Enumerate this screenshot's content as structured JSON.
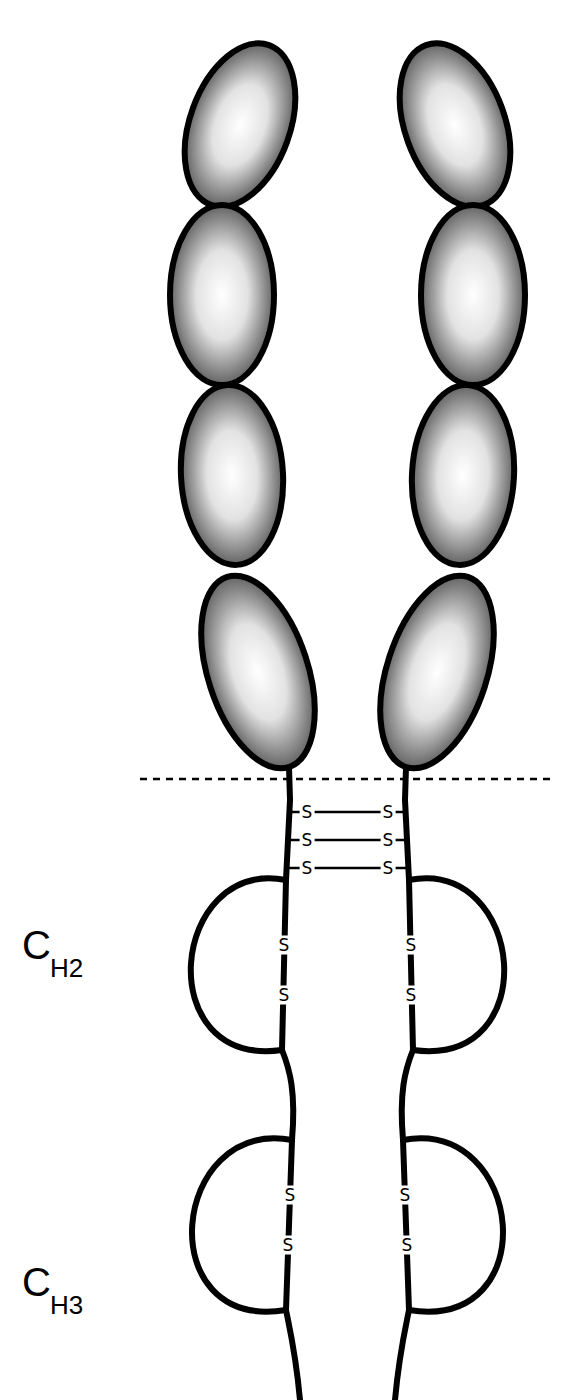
{
  "diagram": {
    "labels": [
      "S",
      "S",
      "S",
      "S",
      "S",
      "S",
      "C",
      "H2",
      "S",
      "S",
      "S",
      "S",
      "C",
      "H3",
      "S",
      "S",
      "S",
      "S"
    ]
  }
}
